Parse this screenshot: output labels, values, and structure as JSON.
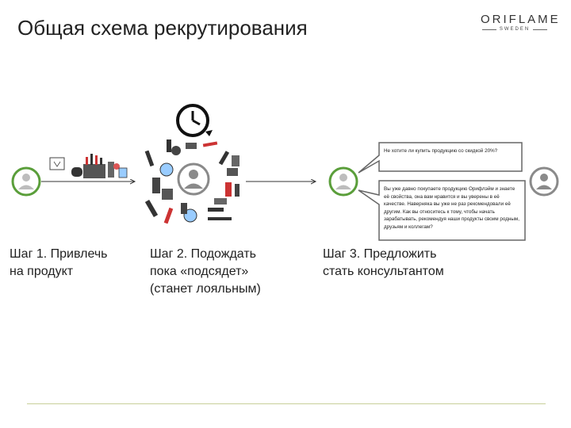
{
  "slide": {
    "title": "Общая схема рекрутирования",
    "logo": {
      "main": "ORIFLAME",
      "sub": "SWEDEN"
    }
  },
  "steps": [
    {
      "label": "Шаг 1.",
      "text_line1": "Привлечь",
      "text_line2": "на продукт",
      "text_line3": ""
    },
    {
      "label": "Шаг 2.",
      "text_line1": "Подождать",
      "text_line2": "пока «подсядет»",
      "text_line3": "(станет лояльным)"
    },
    {
      "label": "Шаг 3.",
      "text_line1": "Предложить",
      "text_line2": "стать консультантом",
      "text_line3": ""
    }
  ],
  "bubbles": {
    "question": "Не хотите ли купить продукцию со скидкой 20%?",
    "offer": "Вы уже давно покупаете продукцию Орифлэйм и знаете её свойства, она вам нравится и вы уверены в её качестве. Наверняка вы уже не раз рекомендовали её другим. Как вы относитесь к тому, чтобы начать зарабатывать, рекомендуя наши продукты своим родным, друзьям и коллегам?"
  },
  "colors": {
    "avatar_ring": "#5a9e3a",
    "avatar_gray": "#8a8a8a",
    "accent_line": "#c8cf9a"
  },
  "icons": [
    "clock-icon",
    "person-icon",
    "cosmetics-icon",
    "voucher-icon",
    "speech-bubble-icon"
  ]
}
